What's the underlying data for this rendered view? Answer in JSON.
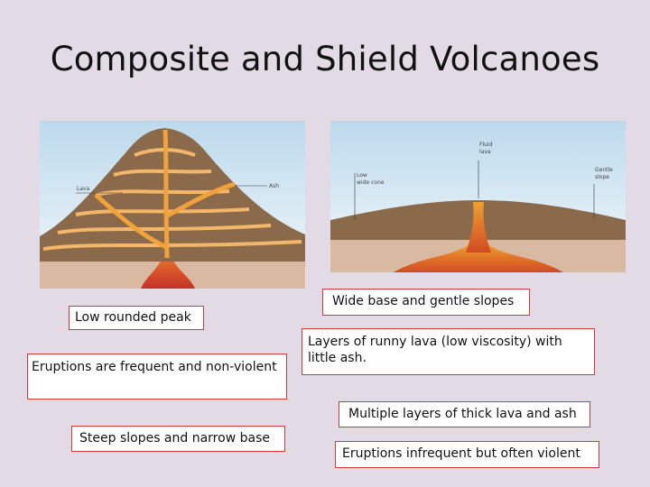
{
  "slide": {
    "title": "Composite and Shield Volcanoes"
  },
  "diagrams": {
    "composite": {
      "labels": {
        "lava": "Lava",
        "ash": "Ash"
      }
    },
    "shield": {
      "labels": {
        "fluid_lava_line1": "Fluid",
        "fluid_lava_line2": "lava",
        "low_wide_cone_line1": "Low",
        "low_wide_cone_line2": "wide cone",
        "gentle_slope_line1": "Gentle",
        "gentle_slope_line2": "slope"
      }
    }
  },
  "boxes": {
    "low_rounded_peak": "Low rounded peak",
    "frequent_nonviolent": "Eruptions are frequent and non-violent",
    "steep_slopes": "Steep slopes and narrow base",
    "wide_base": "Wide base and gentle slopes",
    "runny_lava": "Layers of runny lava (low viscosity) with little ash.",
    "multiple_layers": "Multiple layers of thick lava and ash",
    "infrequent_violent": "Eruptions infrequent but often violent"
  }
}
